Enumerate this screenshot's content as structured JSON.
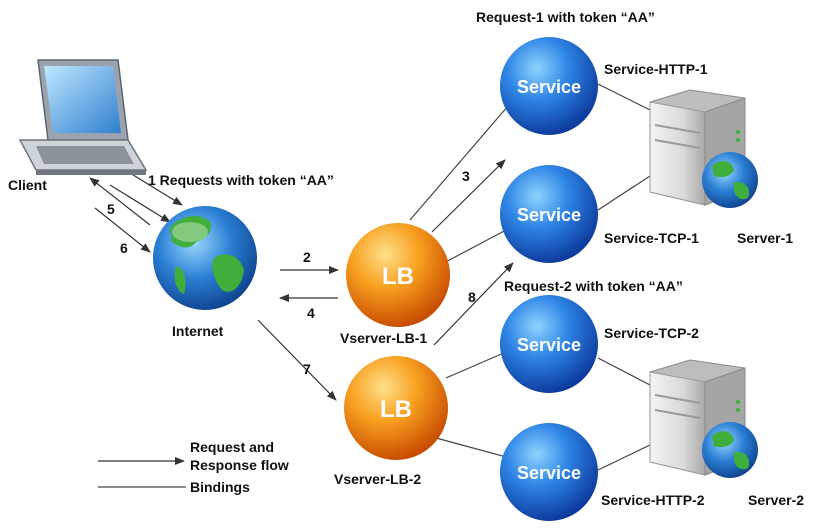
{
  "labels": {
    "client": "Client",
    "internet": "Internet",
    "vserver_lb_1": "Vserver-LB-1",
    "vserver_lb_2": "Vserver-LB-2",
    "service_http_1": "Service-HTTP-1",
    "service_tcp_1": "Service-TCP-1",
    "service_tcp_2": "Service-TCP-2",
    "service_http_2": "Service-HTTP-2",
    "server_1": "Server-1",
    "server_2": "Server-2"
  },
  "annotations": {
    "request_1": "Request-1 with token “AA”",
    "request_2": "Request-2 with token “AA”",
    "requests_from_client": "1 Requests with token “AA”"
  },
  "node_text": {
    "lb": "LB",
    "service": "Service"
  },
  "step_numbers": {
    "s2": "2",
    "s3": "3",
    "s4": "4",
    "s5": "5",
    "s6": "6",
    "s7": "7",
    "s8": "8"
  },
  "legend": {
    "flow_line1": "Request and",
    "flow_line2": "Response flow",
    "bindings": "Bindings"
  },
  "colors": {
    "service_blue": "#1f5fc7",
    "lb_orange": "#f07a12",
    "line": "#333333"
  }
}
